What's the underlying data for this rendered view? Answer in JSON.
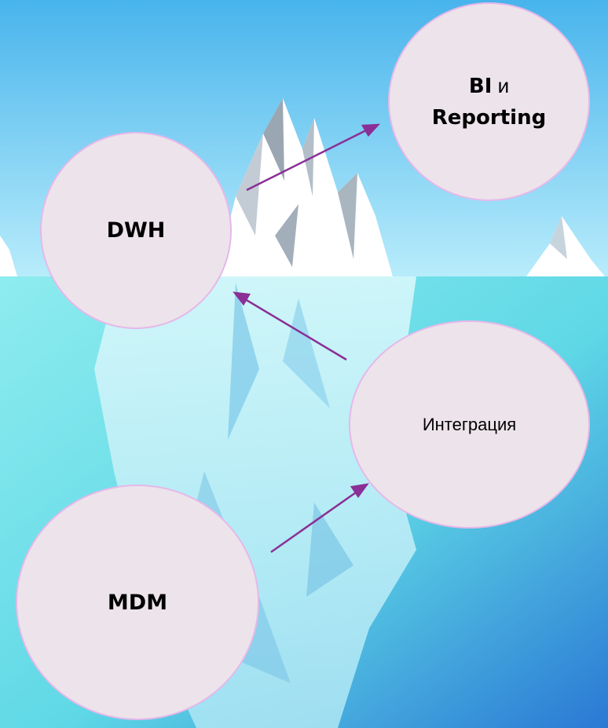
{
  "colors": {
    "sky_top": "#48b4ec",
    "sky_bottom": "#b8ecfb",
    "water_top": "#7ee8ee",
    "water_bottom": "#2a86d8",
    "node_fill": "#ece4ea",
    "node_border": "#e6b8ea",
    "arrow": "#8a2f96"
  },
  "nodes": {
    "bi_reporting": {
      "part1": "BI",
      "part2": " и",
      "line2": "Reporting"
    },
    "dwh": {
      "label": "DWH"
    },
    "integration": {
      "label": "Интеграция"
    },
    "mdm": {
      "label": "MDM"
    }
  }
}
